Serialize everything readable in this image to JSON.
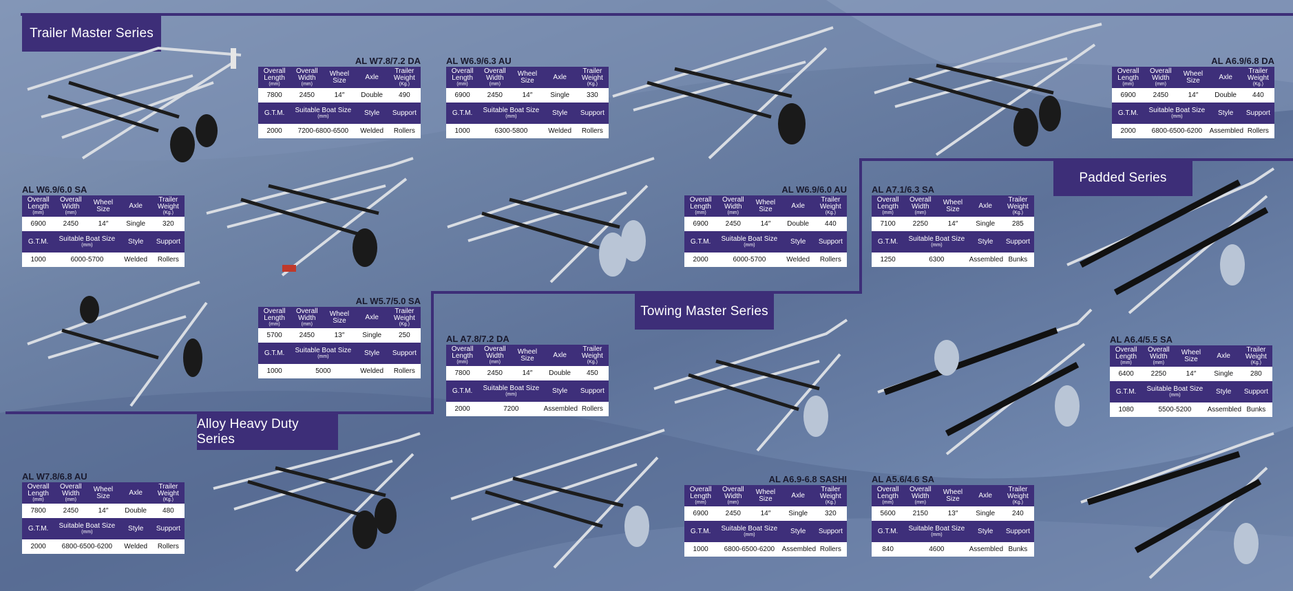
{
  "labels": {
    "overall_length": "Overall Length",
    "overall_width": "Overall Width",
    "wheel_size": "Wheel Size",
    "axle": "Axle",
    "trailer_weight": "Trailer Weight",
    "unit_mm": "(mm)",
    "unit_kg": "(Kg.)",
    "gtm": "G.T.M.",
    "suitable_boat_size": "Suitable Boat Size",
    "style": "Style",
    "support": "Support"
  },
  "series": {
    "trailer_master": "Trailer Master Series",
    "padded": "Padded  Series",
    "towing_master": "Towing Master Series",
    "alloy_heavy_duty": "Alloy Heavy Duty Series"
  },
  "specs": [
    {
      "model": "AL W7.8/7.2 DA",
      "length": "7800",
      "width": "2450",
      "wheel": "14″",
      "axle": "Double",
      "weight": "490",
      "gtm": "2000",
      "boat_size": "7200-6800-6500",
      "style": "Welded",
      "support": "Rollers"
    },
    {
      "model": "AL W6.9/6.3 AU",
      "length": "6900",
      "width": "2450",
      "wheel": "14″",
      "axle": "Single",
      "weight": "330",
      "gtm": "1000",
      "boat_size": "6300-5800",
      "style": "Welded",
      "support": "Rollers"
    },
    {
      "model": "AL A6.9/6.8 DA",
      "length": "6900",
      "width": "2450",
      "wheel": "14″",
      "axle": "Double",
      "weight": "440",
      "gtm": "2000",
      "boat_size": "6800-6500-6200",
      "style": "Assembled",
      "support": "Rollers"
    },
    {
      "model": "AL W6.9/6.0 SA",
      "length": "6900",
      "width": "2450",
      "wheel": "14″",
      "axle": "Single",
      "weight": "320",
      "gtm": "1000",
      "boat_size": "6000-5700",
      "style": "Welded",
      "support": "Rollers"
    },
    {
      "model": "AL W6.9/6.0 AU",
      "length": "6900",
      "width": "2450",
      "wheel": "14″",
      "axle": "Double",
      "weight": "440",
      "gtm": "2000",
      "boat_size": "6000-5700",
      "style": "Welded",
      "support": "Rollers"
    },
    {
      "model": "AL A7.1/6.3 SA",
      "length": "7100",
      "width": "2250",
      "wheel": "14″",
      "axle": "Single",
      "weight": "285",
      "gtm": "1250",
      "boat_size": "6300",
      "style": "Assembled",
      "support": "Bunks"
    },
    {
      "model": "AL W5.7/5.0 SA",
      "length": "5700",
      "width": "2450",
      "wheel": "13″",
      "axle": "Single",
      "weight": "250",
      "gtm": "1000",
      "boat_size": "5000",
      "style": "Welded",
      "support": "Rollers"
    },
    {
      "model": "AL A7.8/7.2 DA",
      "length": "7800",
      "width": "2450",
      "wheel": "14″",
      "axle": "Double",
      "weight": "450",
      "gtm": "2000",
      "boat_size": "7200",
      "style": "Assembled",
      "support": "Rollers"
    },
    {
      "model": "AL A6.4/5.5 SA",
      "length": "6400",
      "width": "2250",
      "wheel": "14″",
      "axle": "Single",
      "weight": "280",
      "gtm": "1080",
      "boat_size": "5500-5200",
      "style": "Assembled",
      "support": "Bunks"
    },
    {
      "model": "AL W7.8/6.8 AU",
      "length": "7800",
      "width": "2450",
      "wheel": "14″",
      "axle": "Double",
      "weight": "480",
      "gtm": "2000",
      "boat_size": "6800-6500-6200",
      "style": "Welded",
      "support": "Rollers"
    },
    {
      "model": "AL A6.9-6.8 SASHI",
      "length": "6900",
      "width": "2450",
      "wheel": "14″",
      "axle": "Single",
      "weight": "320",
      "gtm": "1000",
      "boat_size": "6800-6500-6200",
      "style": "Assembled",
      "support": "Rollers"
    },
    {
      "model": "AL A5.6/4.6 SA",
      "length": "5600",
      "width": "2150",
      "wheel": "13″",
      "axle": "Single",
      "weight": "240",
      "gtm": "840",
      "boat_size": "4600",
      "style": "Assembled",
      "support": "Bunks"
    }
  ]
}
